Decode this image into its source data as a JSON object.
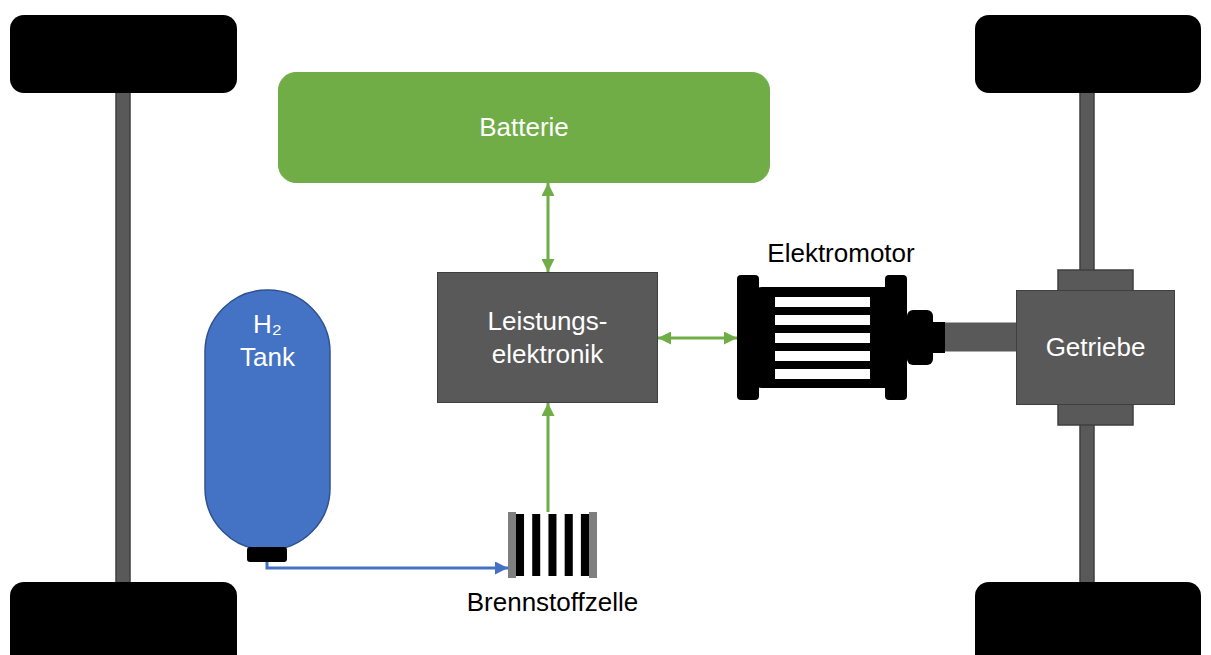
{
  "diagram": {
    "nodes": [
      {
        "text": [
          "Batterie"
        ]
      },
      {
        "text": [
          "Leistungs- elektronik"
        ]
      },
      {
        "text": [
          "Elektromotor"
        ]
      },
      {
        "text": [
          "Getriebe"
        ]
      },
      {
        "text": [
          "H₂ Tank"
        ]
      },
      {
        "text": [
          "Brennstoffzelle"
        ]
      }
    ],
    "edges": [
      {
        "from": 0,
        "to": 1,
        "arrow": "both"
      },
      {
        "from": 1,
        "to": 2,
        "arrow": "both"
      },
      {
        "from": 2,
        "to": 3,
        "arrow": "none"
      },
      {
        "from": 4,
        "to": 5,
        "arrow": "to"
      },
      {
        "from": 5,
        "to": 1,
        "arrow": "to"
      }
    ]
  }
}
